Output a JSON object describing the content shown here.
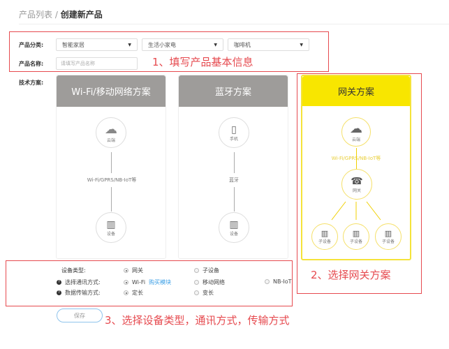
{
  "breadcrumb": {
    "parent": "产品列表",
    "separator": " / ",
    "current": "创建新产品"
  },
  "form": {
    "category_label": "产品分类:",
    "category_values": [
      "智能家居",
      "生活小家电",
      "咖啡机"
    ],
    "name_label": "产品名称:",
    "name_placeholder": "请填写产品名称",
    "tech_label": "技术方案:"
  },
  "annotations": {
    "step1": "1、填写产品基本信息",
    "step2": "2、选择网关方案",
    "step3": "3、选择设备类型，通讯方式，传输方式"
  },
  "plans": [
    {
      "title": "Wi-Fi/移动网络方案",
      "top": "云端",
      "link": "Wi-Fi/GPRS/NB-IoT等",
      "bottom": "设备"
    },
    {
      "title": "蓝牙方案",
      "top": "手机",
      "link": "蓝牙",
      "bottom": "设备"
    },
    {
      "title": "网关方案",
      "top": "云端",
      "link": "Wi-Fi/GPRS/NB-IoT等",
      "middle": "网关",
      "subs": [
        "子设备",
        "子设备",
        "子设备"
      ],
      "selected": true
    }
  ],
  "options": {
    "device_type": {
      "label": "设备类型:",
      "choices": [
        "网关",
        "子设备"
      ],
      "selected": 0
    },
    "comm": {
      "label": "选择通讯方式:",
      "choices": [
        "Wi-Fi",
        "移动网络",
        "NB-IoT"
      ],
      "buy_link": "购买模块",
      "selected": 0
    },
    "transfer": {
      "label": "数据传输方式:",
      "choices": [
        "定长",
        "变长"
      ],
      "selected": 0
    }
  },
  "save_label": "保存",
  "colors": {
    "annotation": "#e64a4f",
    "selected_plan": "#f8e600",
    "plan_header": "#9e9c9a",
    "link": "#3a9ee6"
  }
}
